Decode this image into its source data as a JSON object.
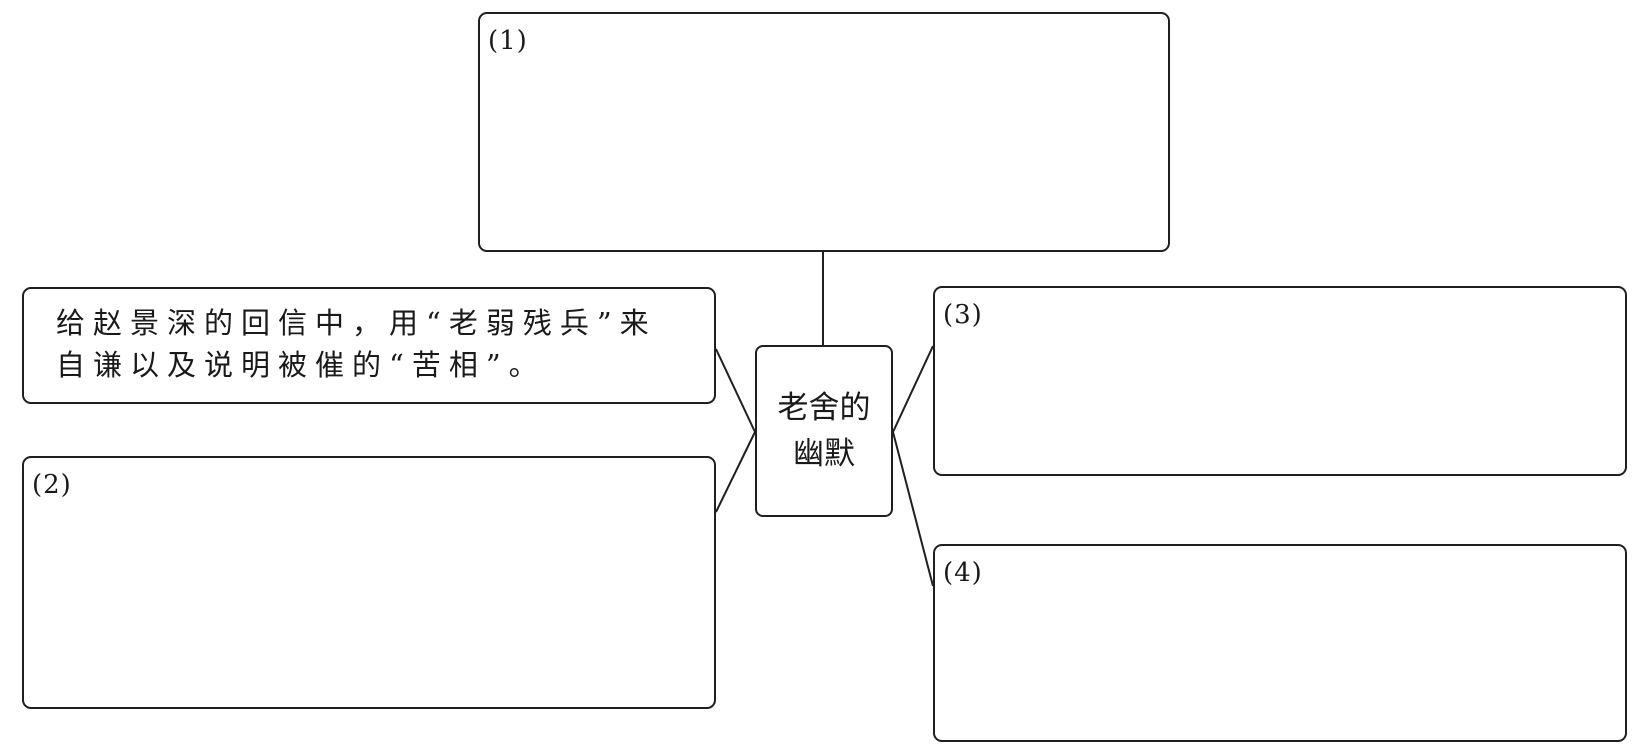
{
  "center": {
    "title": "老舍的幽默"
  },
  "boxes": {
    "top": {
      "label": "(1)"
    },
    "left_top": {
      "text": "给赵景深的回信中，用“老弱残兵”来自谦以及说明被催的“苦相”。"
    },
    "left_bottom": {
      "label": "(2)"
    },
    "right_top": {
      "label": "(3)"
    },
    "right_bottom": {
      "label": "(4)"
    }
  },
  "colors": {
    "stroke": "#1f1f1f",
    "background": "#ffffff"
  }
}
